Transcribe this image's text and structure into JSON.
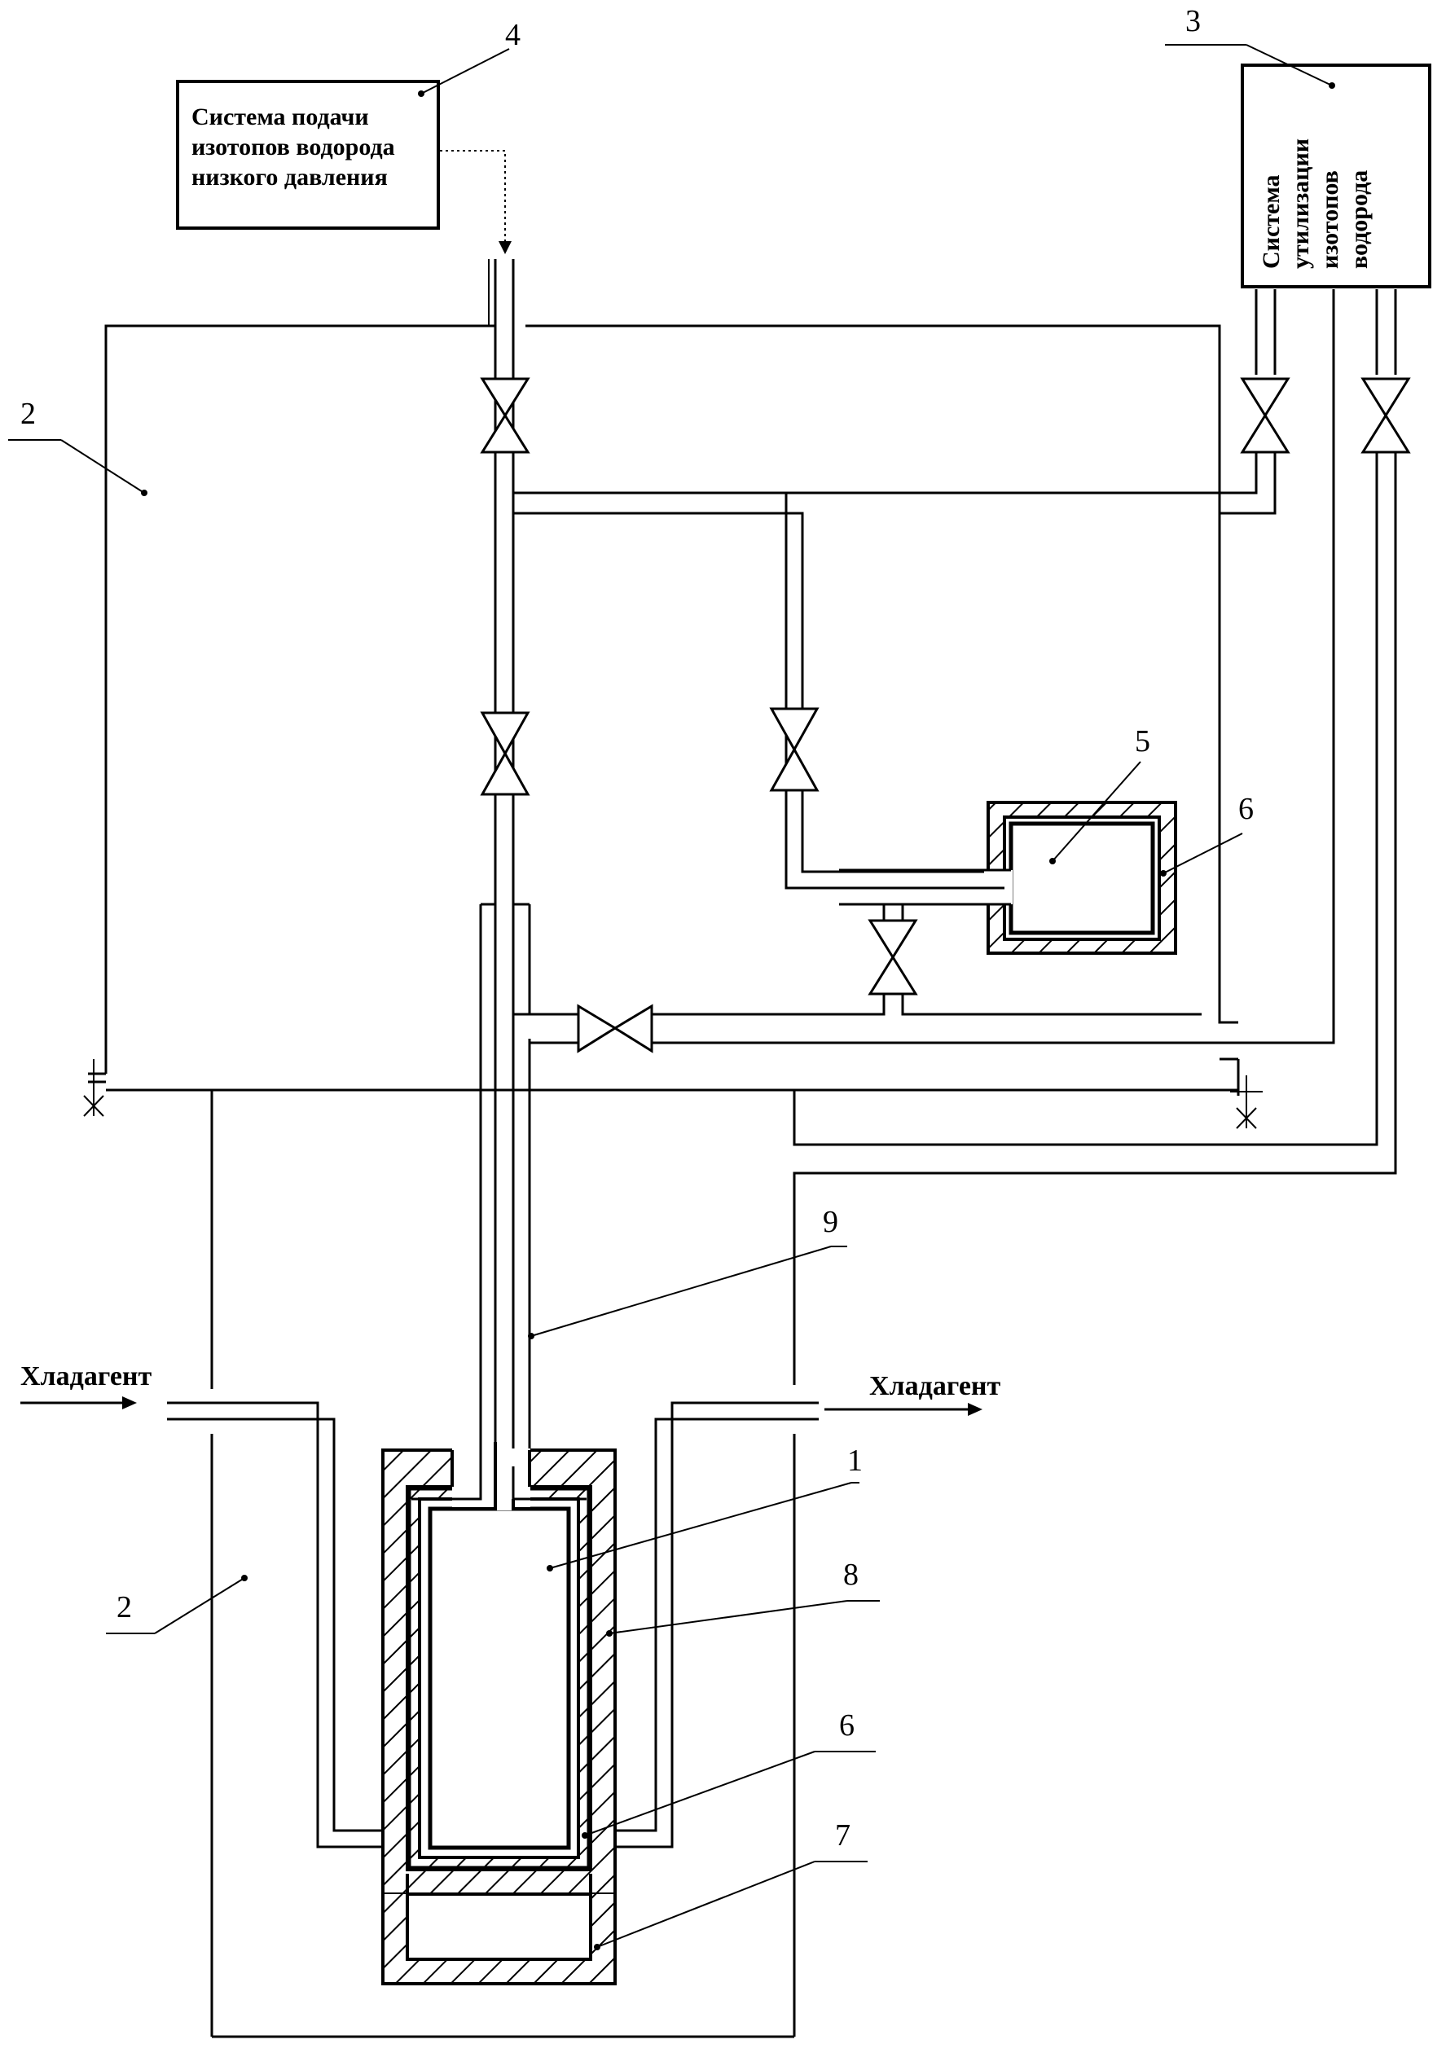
{
  "labels": {
    "supply_system": [
      "Система подачи",
      "изотопов водорода",
      "низкого давления"
    ],
    "recovery_system": [
      "Система",
      "утилизации",
      "изотопов",
      "водорода"
    ],
    "coolant_in": "Хладагент",
    "coolant_out": "Хладагент"
  },
  "callouts": {
    "n1": "1",
    "n2_top": "2",
    "n2_bottom": "2",
    "n3": "3",
    "n4": "4",
    "n5": "5",
    "n6_top": "6",
    "n6_bottom": "6",
    "n7": "7",
    "n8": "8",
    "n9": "9"
  }
}
